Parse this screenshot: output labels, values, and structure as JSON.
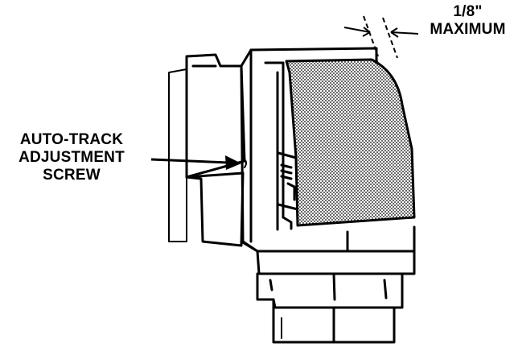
{
  "callouts": {
    "screw_label": {
      "line1": "AUTO-TRACK",
      "line2": "ADJUSTMENT",
      "line3": "SCREW"
    },
    "gap_label": {
      "line1": "1/8\"",
      "line2": "MAXIMUM"
    }
  },
  "colors": {
    "ink": "#000000",
    "paper": "#ffffff",
    "stipple": "#c8c8c8"
  }
}
